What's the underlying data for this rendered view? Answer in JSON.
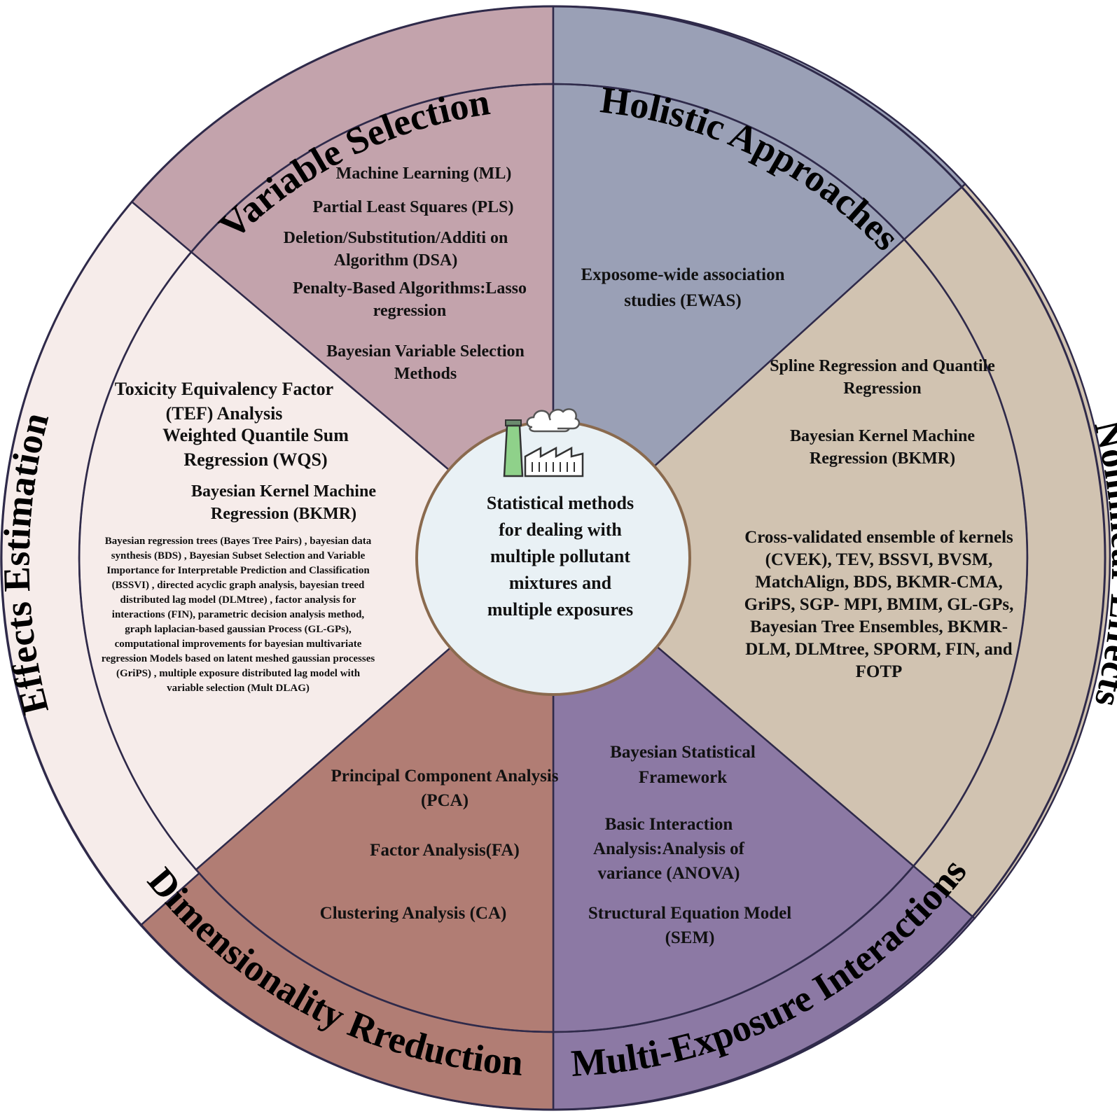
{
  "center": {
    "text": "Statistical methods\nfor dealing with\nmultiple pollutant\nmixtures and\nmultiple exposures",
    "icon": "factory-icon"
  },
  "segments": {
    "variable_selection": {
      "title": "Variable Selection",
      "color": "#c3a3ac",
      "items": [
        "Machine Learning (ML)",
        "Partial Least Squares (PLS)",
        "Deletion/Substitution/Additi\non Algorithm (DSA)",
        "Penalty-Based\nAlgorithms:Lasso regression",
        "Bayesian Variable Selection\nMethods"
      ]
    },
    "holistic_approaches": {
      "title": "Holistic Approaches",
      "color": "#9aa0b6",
      "items": [
        "Exposome-wide\nassociation studies\n(EWAS)"
      ]
    },
    "nonlinear_effects": {
      "title": "Nonlinear Effects",
      "color": "#d1c3b1",
      "items": [
        "Spline Regression and\nQuantile Regression",
        "Bayesian Kernel\nMachine Regression\n(BKMR)",
        "Cross-validated ensemble of\nkernels (CVEK), TEV, BSSVI,\nBVSM, MatchAlign, BDS,\nBKMR-CMA, GriPS, SGP-\nMPI, BMIM, GL-GPs,\nBayesian Tree Ensembles,\nBKMR-DLM, DLMtree,\nSPORM, FIN, and FOTP"
      ]
    },
    "multi_exposure": {
      "title": "Multi-Exposure Interactions",
      "color": "#8c79a4",
      "items": [
        "Bayesian Statistical\nFramework",
        "Basic Interaction\nAnalysis:Analysis of\nvariance (ANOVA)",
        "Structural Equation\nModel (SEM)"
      ]
    },
    "dimensionality_reduction": {
      "title": "Dimensionality Rreduction",
      "color": "#b17d74",
      "items": [
        "Principal Component\nAnalysis (PCA)",
        "Factor Analysis(FA)",
        "Clustering Analysis\n(CA)"
      ]
    },
    "effects_estimation": {
      "title": "Effects Estimation",
      "color": "#f6ecea",
      "items": [
        "Toxicity Equivalency\nFactor (TEF) Analysis",
        "Weighted Quantile Sum\nRegression (WQS)",
        "Bayesian Kernel Machine\nRegression (BKMR)",
        "Bayesian regression trees (Bayes Tree Pairs) ,\nbayesian data synthesis (BDS) , Bayesian Subset\nSelection and Variable Importance for\nInterpretable Prediction and Classification\n(BSSVI) , directed acyclic graph analysis,\nbayesian treed distributed lag model (DLMtree) ,\nfactor analysis for interactions (FIN), parametric\ndecision analysis method, graph laplacian-based\ngaussian Process (GL-GPs), computational\nimprovements for bayesian multivariate\nregression Models based on latent meshed\ngaussian processes (GriPS) , multiple exposure\ndistributed lag model with variable selection\n(Mult DLAG)"
      ]
    }
  }
}
